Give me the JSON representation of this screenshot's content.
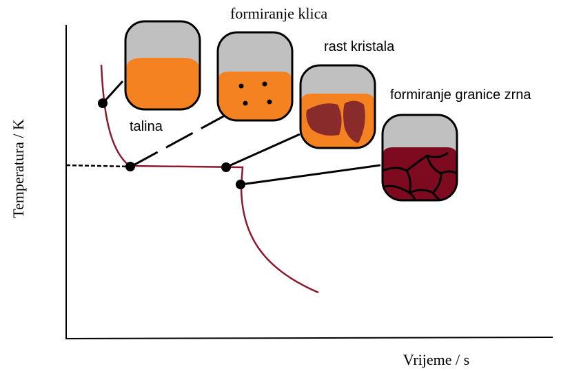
{
  "axes": {
    "x_label": "Vrijeme / s",
    "y_label": "Temperatura / K"
  },
  "stages": {
    "melt": "talina",
    "nucleation": "formiranje klica",
    "crystal_growth": "rast kristala",
    "grain_boundary": "formiranje granice zrna"
  },
  "colors": {
    "curve": "#8b1a2c",
    "melt_fill": "#f58220",
    "container_top": "#c0c0c0",
    "crystal": "#8a2b2b",
    "solid": "#7d0a1e",
    "axis": "#000000"
  }
}
